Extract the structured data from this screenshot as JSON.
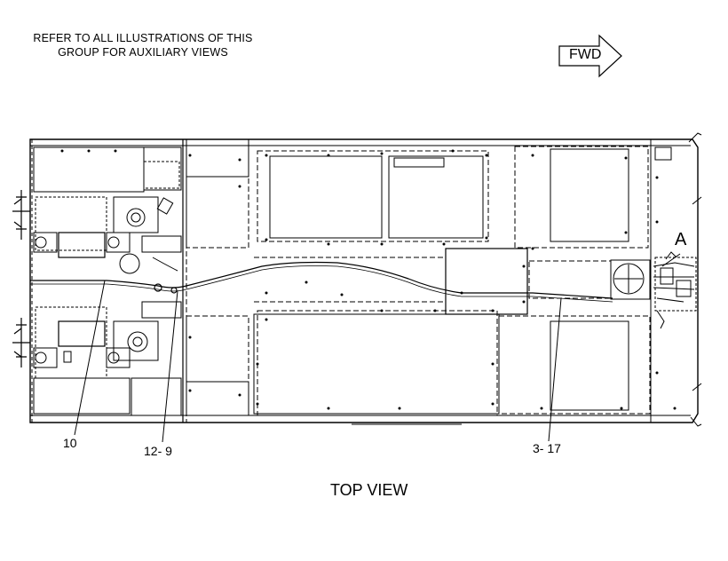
{
  "note": {
    "line1": "REFER TO ALL ILLUSTRATIONS OF THIS",
    "line2": "GROUP FOR AUXILIARY VIEWS"
  },
  "fwd_arrow": {
    "label": "FWD"
  },
  "detail_marker": "A",
  "callouts": {
    "item_10": "10",
    "item_12_9": "12- 9",
    "item_3_17": "3- 17"
  },
  "caption": "TOP VIEW",
  "icons": [
    "fwd-arrow-icon"
  ]
}
